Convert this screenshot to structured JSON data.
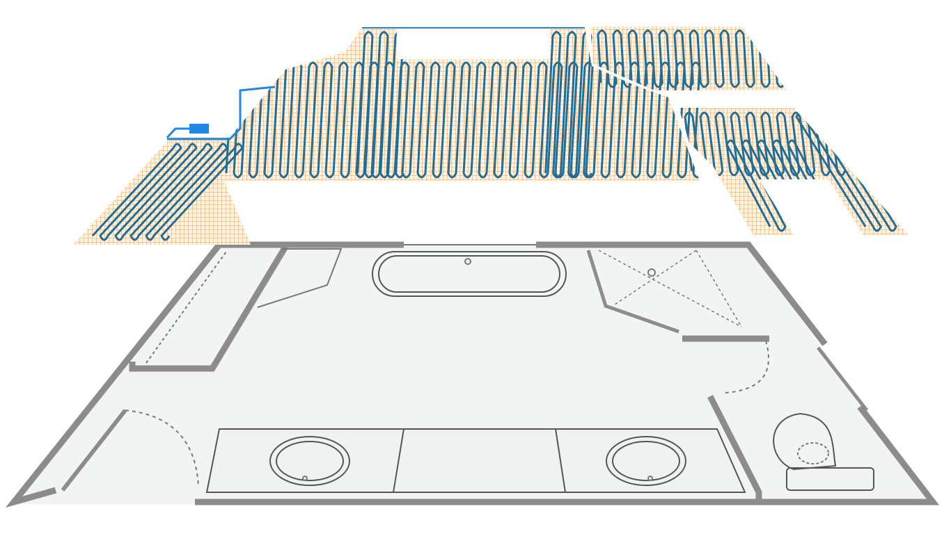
{
  "colors": {
    "mesh": "#f5a04a",
    "cable": "#1f6f9a",
    "cold_lead": "#1e88e5",
    "floor": "#f2f3f3",
    "wall": "#8c8c8c",
    "fixture_line": "#555555"
  },
  "icons": [
    "heating-mat",
    "thermostat-connector",
    "bathtub",
    "shower",
    "sink",
    "toilet",
    "door-swing"
  ]
}
